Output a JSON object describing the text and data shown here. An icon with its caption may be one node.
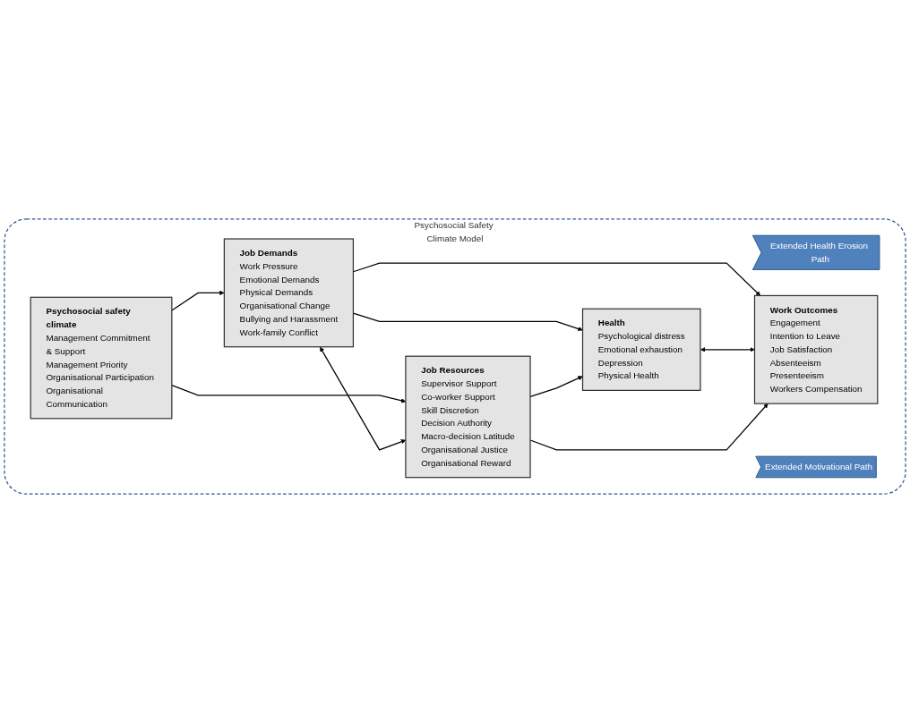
{
  "diagram": {
    "nodes": [
      {
        "text": [
          "Psychosocial Safety Climate Model"
        ]
      },
      {
        "text": [
          "Extended Health Erosion Path"
        ],
        "in": 0
      },
      {
        "text": [
          "Psychosocial safety climate",
          "Management Commitment & Support",
          "Management Priority",
          "Organisational Participation",
          "Organisational Communication"
        ],
        "in": 0
      },
      {
        "text": [
          "Job Demands",
          "Work Pressure",
          "Emotional Demands",
          "Physical Demands",
          "Organisational Change",
          "Bullying and Harassment",
          "Work-family Conflict"
        ],
        "in": 0
      },
      {
        "text": [
          "Health",
          "Psychological distress",
          "Emotional exhaustion",
          "Depression",
          "Physical Health"
        ],
        "in": 0
      },
      {
        "text": [
          "Job Resources",
          "Supervisor Support",
          "Co-worker Support",
          "Skill Discretion",
          "Decision Authority",
          "Macro-decision Latitude",
          "Organisational Justice",
          "Organisational Reward"
        ],
        "in": 0
      },
      {
        "text": [
          "Work Outcomes",
          "Engagement",
          "Intention to Leave",
          "Job Satisfaction",
          "Absenteeism",
          "Presenteeism",
          "Workers Compensation"
        ],
        "in": 0
      },
      {
        "text": [
          "Extended Motivational Path"
        ],
        "in": 0
      }
    ],
    "edges": [
      {
        "from": 2,
        "to": 3,
        "arrow": "to"
      },
      {
        "from": 2,
        "to": 5,
        "arrow": "to"
      },
      {
        "from": 3,
        "to": 4,
        "arrow": "to"
      },
      {
        "from": 3,
        "to": 5,
        "arrow": "both"
      },
      {
        "from": 3,
        "to": 6,
        "arrow": "to"
      },
      {
        "from": 5,
        "to": 4,
        "arrow": "to"
      },
      {
        "from": 4,
        "to": 6,
        "arrow": "both"
      },
      {
        "from": 5,
        "to": 6,
        "arrow": "to"
      }
    ]
  }
}
